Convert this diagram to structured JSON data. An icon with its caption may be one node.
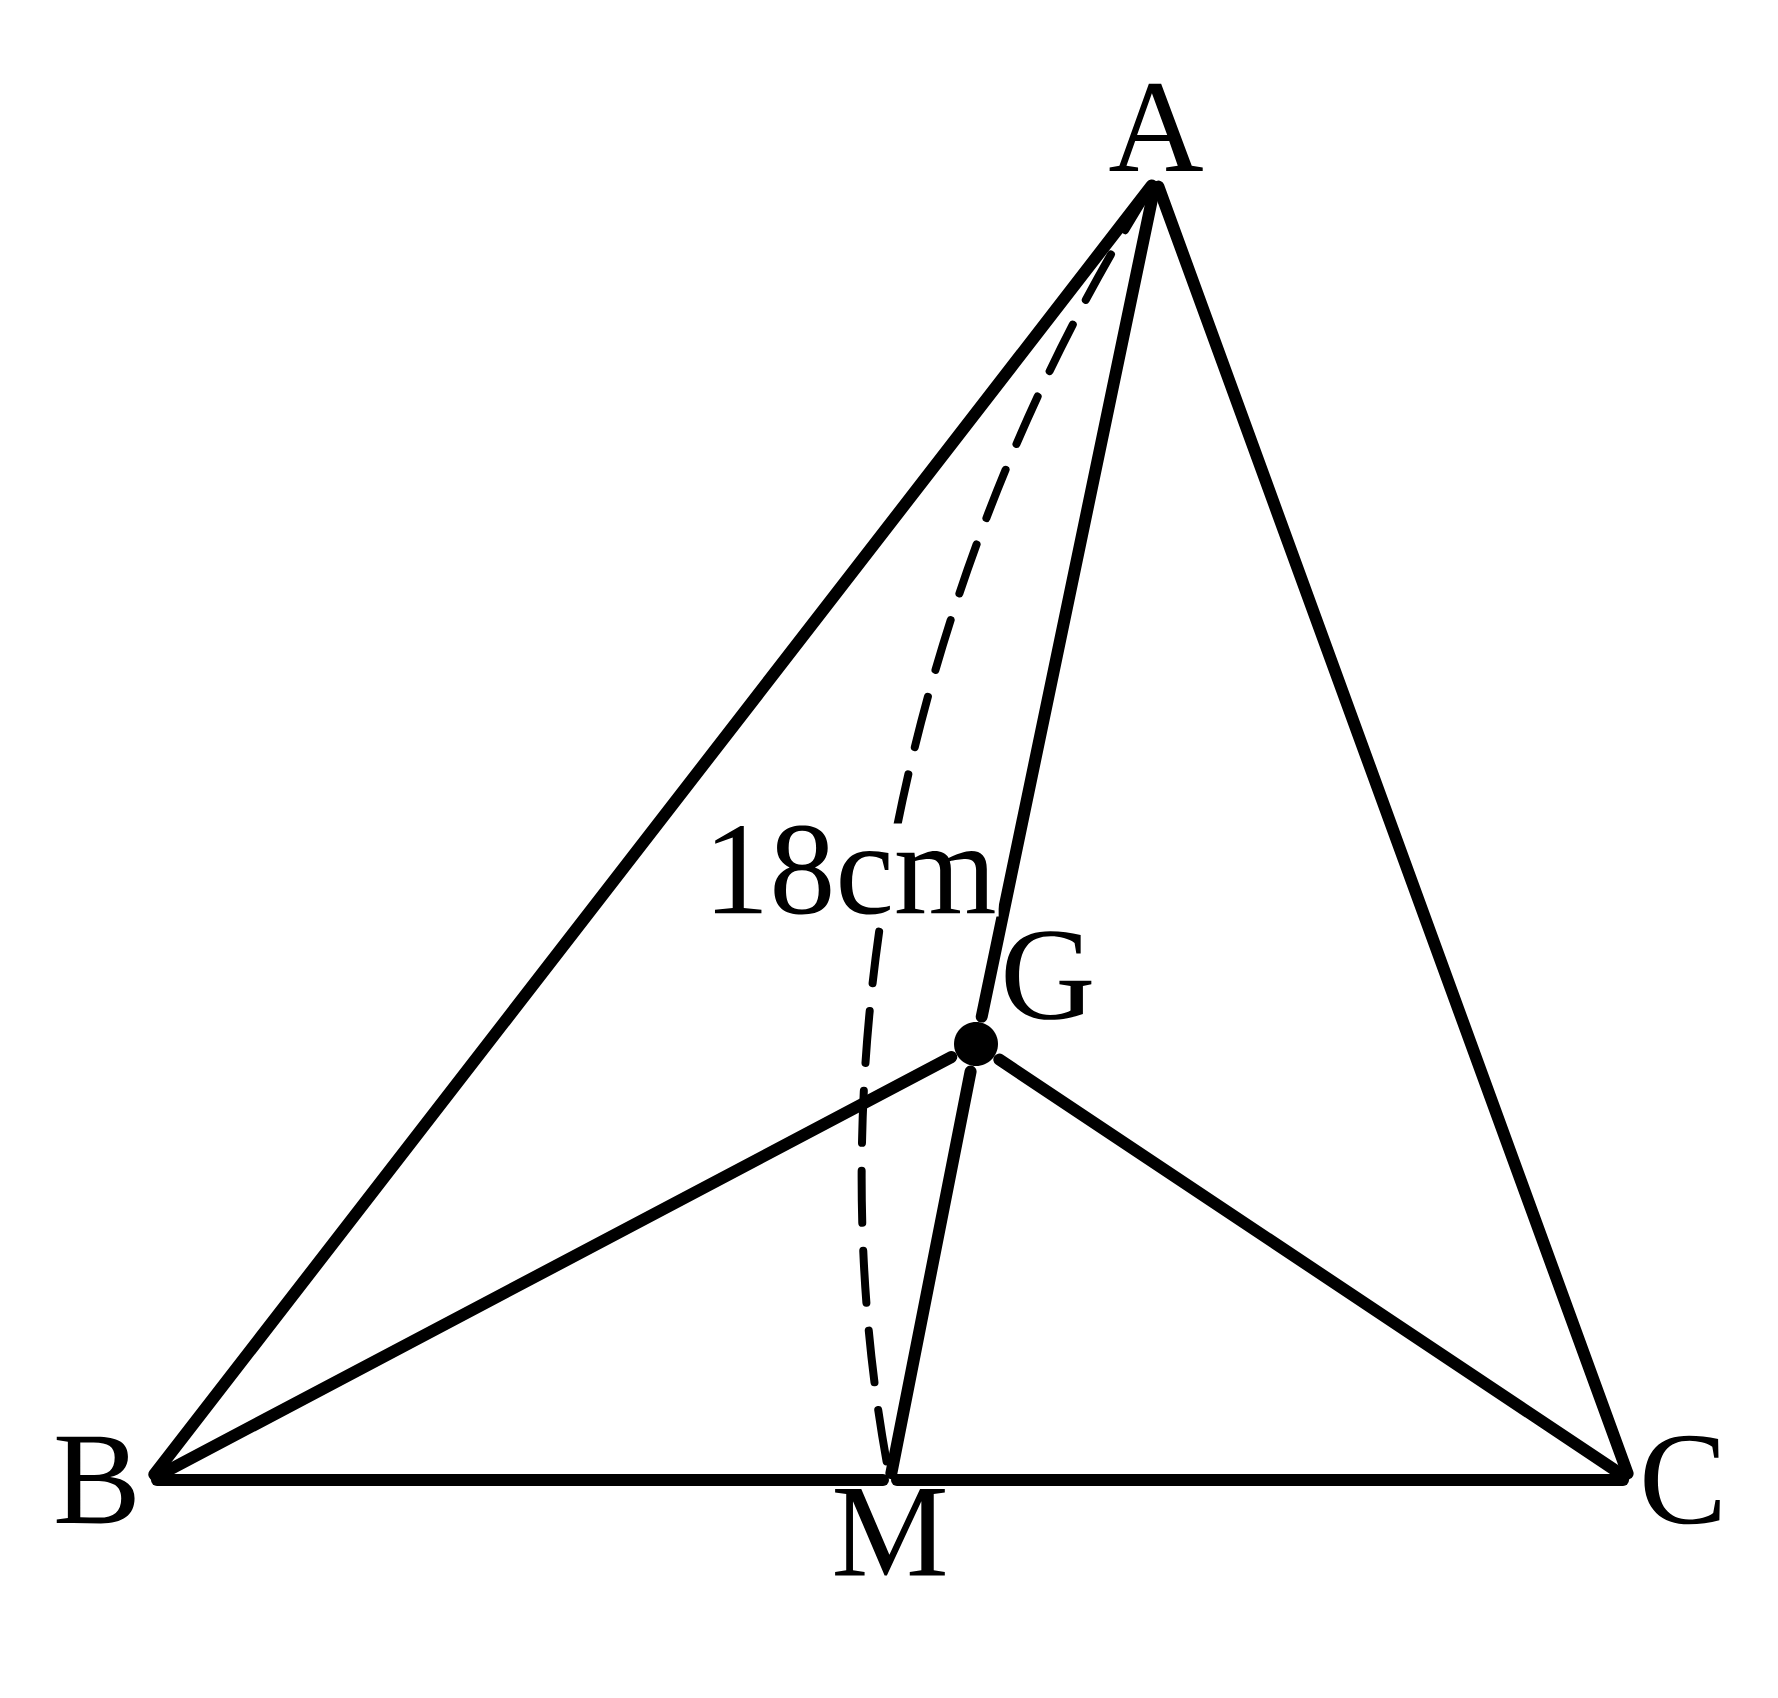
{
  "diagram": {
    "nodes": [
      {
        "text": [
          "A"
        ]
      },
      {
        "text": [
          "B"
        ]
      },
      {
        "text": [
          "C"
        ]
      },
      {
        "text": [
          "M"
        ]
      },
      {
        "text": [
          "G"
        ]
      }
    ],
    "edges": [
      {
        "from": 0,
        "to": 1,
        "arrow": "none"
      },
      {
        "from": 0,
        "to": 2,
        "arrow": "none"
      },
      {
        "from": 1,
        "to": 3,
        "arrow": "none"
      },
      {
        "from": 3,
        "to": 2,
        "arrow": "none"
      },
      {
        "from": 0,
        "to": 4,
        "arrow": "none"
      },
      {
        "from": 4,
        "to": 3,
        "arrow": "none"
      },
      {
        "from": 1,
        "to": 4,
        "arrow": "none"
      },
      {
        "from": 4,
        "to": 2,
        "arrow": "none"
      },
      {
        "from": 0,
        "to": 3,
        "arrow": "none",
        "style": "dashed",
        "label": "18cm"
      }
    ]
  }
}
